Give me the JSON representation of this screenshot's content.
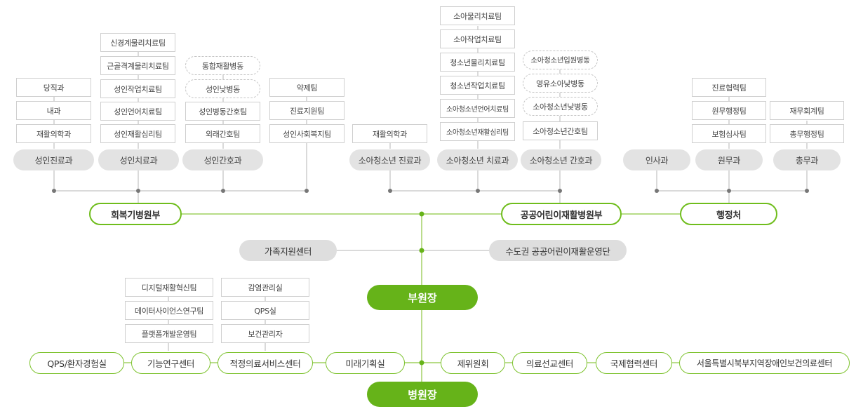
{
  "executives": {
    "vice_director": "부원장",
    "director": "병원장"
  },
  "divisions": {
    "rehab": "회복기병원부",
    "pediatric": "공공어린이재활병원부",
    "admin": "행정처"
  },
  "centers": {
    "family": "가족지원센터",
    "metro": "수도권 공공어린이재활운영단"
  },
  "rehab_columns": {
    "adult_medicine": {
      "head": "성인진료과",
      "items": [
        "당직과",
        "내과",
        "재활의학과"
      ]
    },
    "adult_therapy": {
      "head": "성인치료과",
      "items": [
        "신경계물리치료팀",
        "근골격계물리치료팀",
        "성인작업치료팀",
        "성인언어치료팀",
        "성인재활심리팀"
      ]
    },
    "adult_nursing": {
      "head": "성인간호과",
      "wards": [
        "통합재활병동",
        "성인낮병동"
      ],
      "items": [
        "성인병동간호팀",
        "외래간호팀"
      ]
    },
    "support_teams": [
      "약제팀",
      "진료지원팀",
      "성인사회복지팀"
    ]
  },
  "pediatric_columns": {
    "medicine": {
      "head": "소아청소년 진료과",
      "items": [
        "재활의학과"
      ]
    },
    "therapy": {
      "head": "소아청소년 치료과",
      "items": [
        "소아물리치료팀",
        "소아작업치료팀",
        "청소년물리치료팀",
        "청소년작업치료팀",
        "소아청소년언어치료팀",
        "소아청소년재활심리팀"
      ]
    },
    "nursing": {
      "head": "소아청소년 간호과",
      "wards": [
        "소아청소년입원병동",
        "영유소아낮병동",
        "소아청소년낮병동"
      ],
      "items": [
        "소아청소년간호팀"
      ]
    }
  },
  "admin_columns": {
    "personnel": {
      "head": "인사과"
    },
    "general": {
      "head": "원무과",
      "items": [
        "진료협력팀",
        "원무행정팀",
        "보험심사팀"
      ]
    },
    "affairs": {
      "head": "총무과",
      "items": [
        "재무회계팀",
        "총무행정팀"
      ]
    }
  },
  "functional_center": {
    "name": "기능연구센터",
    "items": [
      "디지털재활혁신팀",
      "데이터사이언스연구팀",
      "플랫폼개발운영팀"
    ]
  },
  "appropriate_center": {
    "name": "적정의료서비스센터",
    "items": [
      "감염관리실",
      "QPS실",
      "보건관리자"
    ]
  },
  "bottom_left": [
    "QPS/환자경험실",
    "미래기획실"
  ],
  "bottom_right": [
    "제위원회",
    "의료선교센터",
    "국제협력센터",
    "서울특별시북부지역장애인보건의료센터"
  ],
  "colors": {
    "green": "#66b319",
    "green_border": "#7cc22c",
    "line": "#9e9e9e",
    "gray_pill": "#e3e3e3"
  }
}
